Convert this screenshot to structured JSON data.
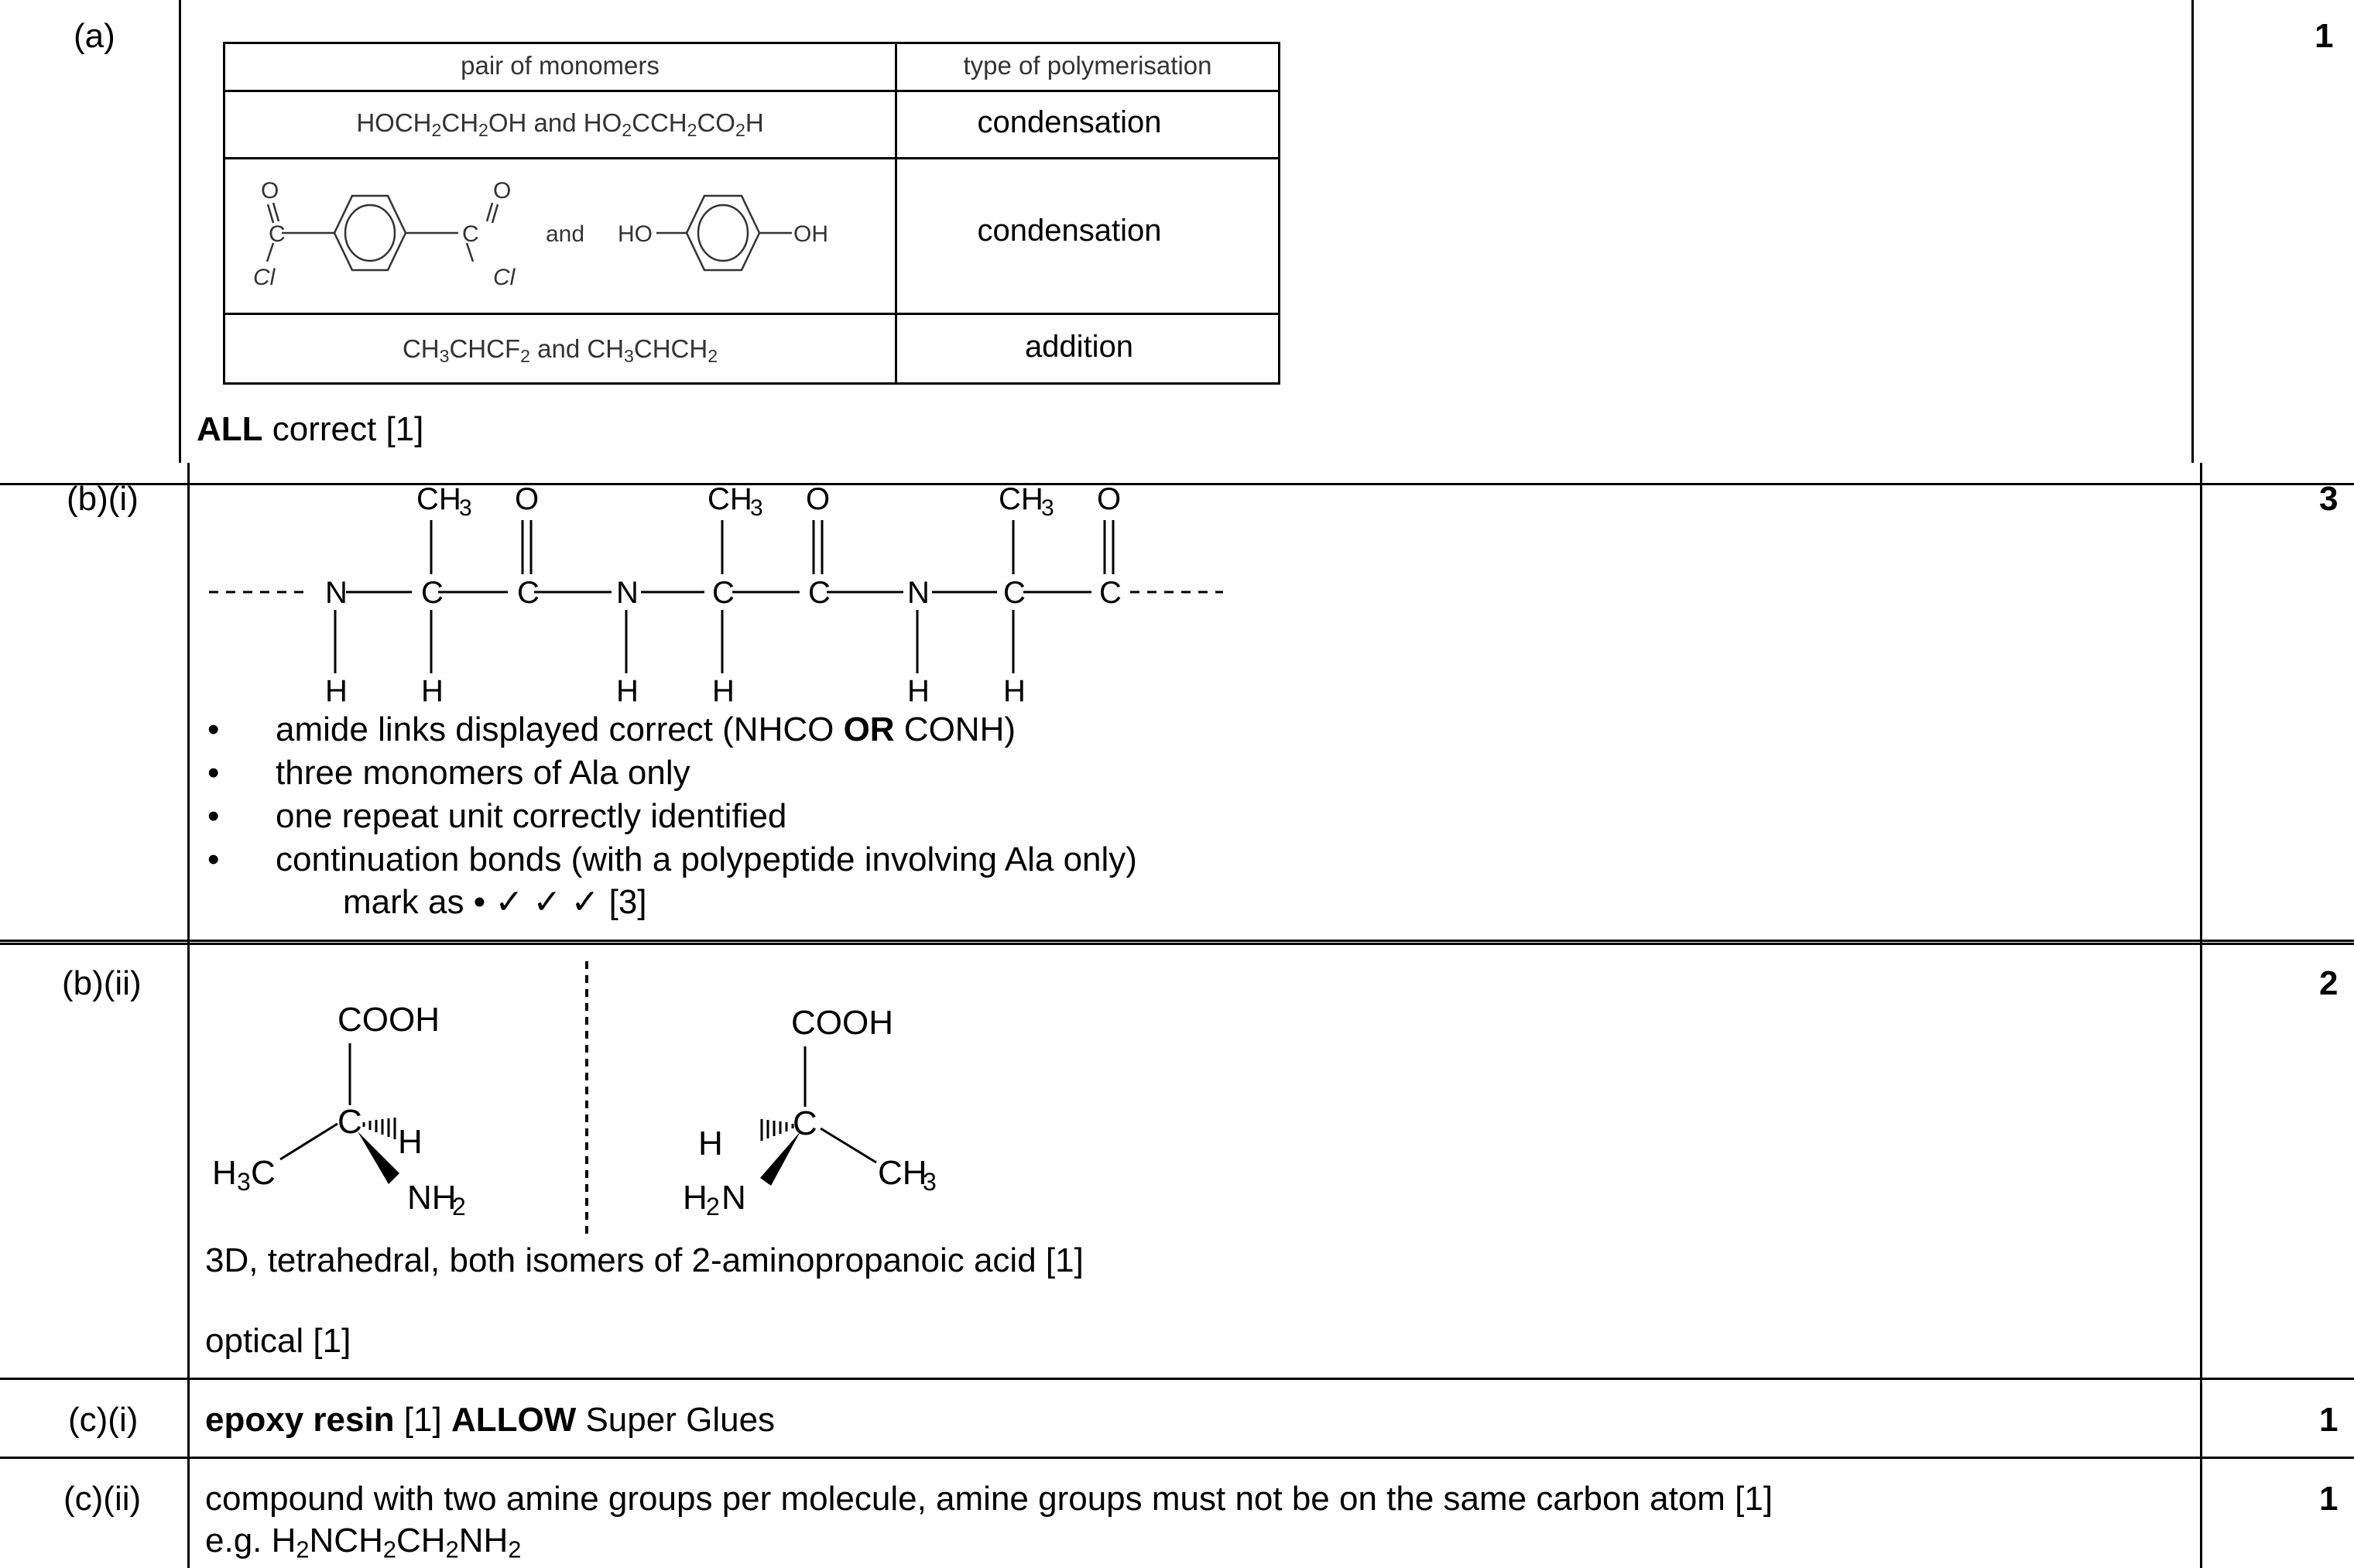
{
  "rows": {
    "a": {
      "label": "(a)",
      "marks": "1",
      "table": {
        "headers": [
          "pair of monomers",
          "type of polymerisation"
        ],
        "row1": {
          "monomer_pre": "HOCH",
          "s1": "2",
          "m2": "CH",
          "s2": "2",
          "m3": "OH and HO",
          "s3": "2",
          "m4": "CCH",
          "s4": "2",
          "m5": "CO",
          "s5": "2",
          "m6": "H",
          "type": "condensation"
        },
        "row2": {
          "c1": "C",
          "c2": "C",
          "o": "O",
          "cl": "Cl",
          "and": "and",
          "ho": "HO",
          "oh": "OH",
          "type": "condensation"
        },
        "row3": {
          "m1": "CH",
          "s1": "3",
          "m2": "CHCF",
          "s2": "2",
          "m3": " and CH",
          "s3": "3",
          "m4": "CHCH",
          "s4": "2",
          "type": "addition"
        }
      },
      "note_bold": "ALL",
      "note_rest": " correct [1]"
    },
    "bi": {
      "label": "(b)(i)",
      "marks": "3",
      "chain": {
        "ch": "CH",
        "three": "3",
        "o": "O",
        "n": "N",
        "c": "C",
        "h": "H"
      },
      "bullets": {
        "b1_pre": "amide links displayed correct (NHCO ",
        "b1_or": "OR",
        "b1_post": " CONH)",
        "b2": "three monomers of Ala only",
        "b3": "one repeat unit correctly identified",
        "b4": "continuation bonds (with a polypeptide involving Ala only)"
      },
      "mark_as": "mark as • ✓ ✓ ✓ [3]"
    },
    "bii": {
      "label": "(b)(ii)",
      "marks": "2",
      "iso": {
        "cooh": "COOH",
        "c": "C",
        "h": "H",
        "h3c": "H",
        "h3c_sub": "3",
        "h3c_c": "C",
        "nh": "NH",
        "nh_sub": "2",
        "h2n": "H",
        "h2n_sub": "2",
        "h2n_n": "N",
        "ch": "CH",
        "ch_sub": "3"
      },
      "line1": "3D, tetrahedral, both isomers of 2-aminopropanoic acid [1]",
      "line2": "optical [1]"
    },
    "ci": {
      "label": "(c)(i)",
      "marks": "1",
      "bold1": "epoxy resin",
      "mid": " [1] ",
      "bold2": "ALLOW",
      "rest": " Super Glues"
    },
    "cii": {
      "label": "(c)(ii)",
      "marks": "1",
      "line1": "compound with two amine groups per molecule, amine groups must not be on the same carbon atom [1]",
      "eg_pre": "e.g. H",
      "s1": "2",
      "eg_m1": "NCH",
      "s2": "2",
      "eg_m2": "CH",
      "s3": "2",
      "eg_m3": "NH",
      "s4": "2"
    }
  }
}
